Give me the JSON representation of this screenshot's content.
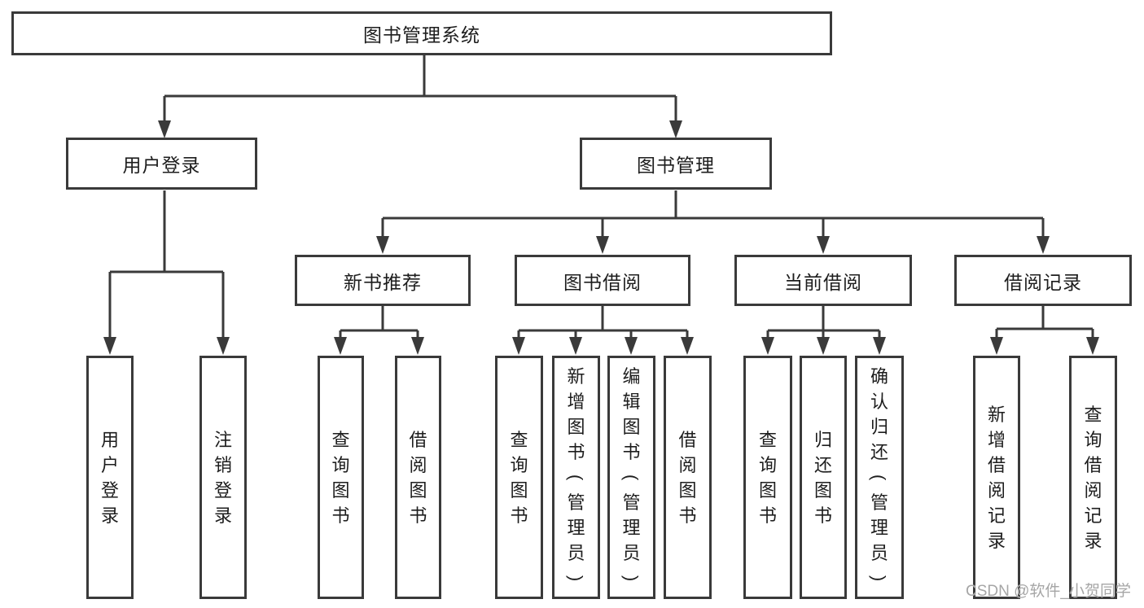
{
  "diagram": {
    "watermark": "CSDN @软件_小贺同学",
    "colors": {
      "line": "#3a3a3a",
      "text": "#1d1d1d",
      "watermark": "#a6a6a6",
      "background": "#ffffff"
    },
    "tree": {
      "label": "图书管理系统",
      "children": [
        {
          "label": "用户登录",
          "children": [
            {
              "label": "用户登录"
            },
            {
              "label": "注销登录"
            }
          ]
        },
        {
          "label": "图书管理",
          "children": [
            {
              "label": "新书推荐",
              "children": [
                {
                  "label": "查询图书"
                },
                {
                  "label": "借阅图书"
                }
              ]
            },
            {
              "label": "图书借阅",
              "children": [
                {
                  "label": "查询图书"
                },
                {
                  "label": "新增图书（管理员）"
                },
                {
                  "label": "编辑图书（管理员）"
                },
                {
                  "label": "借阅图书"
                }
              ]
            },
            {
              "label": "当前借阅",
              "children": [
                {
                  "label": "查询图书"
                },
                {
                  "label": "归还图书"
                },
                {
                  "label": "确认归还（管理员）"
                }
              ]
            },
            {
              "label": "借阅记录",
              "children": [
                {
                  "label": "新增借阅记录"
                },
                {
                  "label": "查询借阅记录"
                }
              ]
            }
          ]
        }
      ]
    }
  }
}
